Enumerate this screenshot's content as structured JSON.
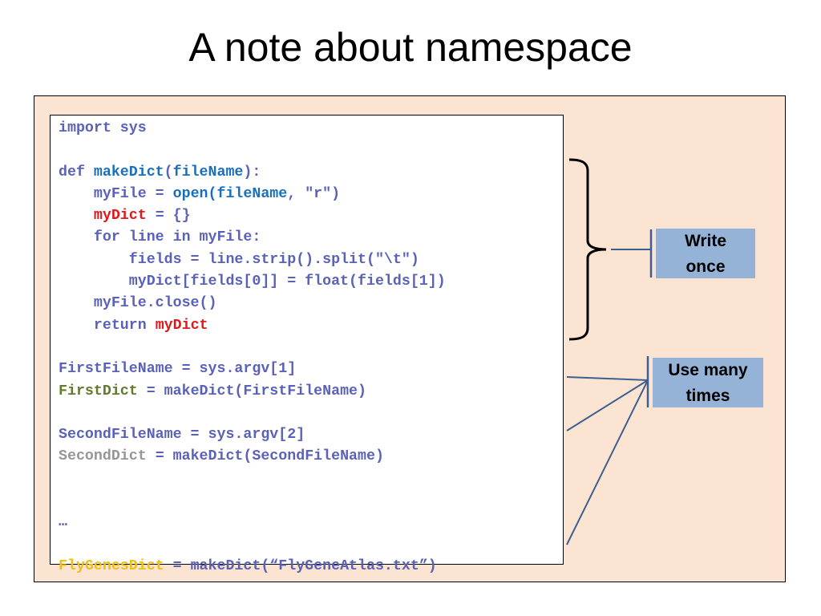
{
  "slide": {
    "title": "A note about namespace",
    "labels": {
      "write_once_line1": "Write",
      "write_once_line2": "once",
      "use_many_line1": "Use many",
      "use_many_line2": "times"
    }
  },
  "code": {
    "import_line": "import sys",
    "def_kw": "def ",
    "def_name": "makeDict",
    "def_param_open": "(",
    "def_param": "fileName",
    "def_param_close": "):",
    "open_lhs": "    myFile = ",
    "open_call": "open(fileName",
    "open_rest": ", \"r\")",
    "mydict_var": "    myDict",
    "mydict_rest": " = {}",
    "for_line": "    for line in myFile:",
    "fields_line": "        fields = line.strip().split(\"\\t\")",
    "assign_line": "        myDict[fields[0]] = float(fields[1])",
    "close_line": "    myFile.close()",
    "return_kw": "    return ",
    "return_var": "myDict",
    "first_name_line": "FirstFileName = sys.argv[1]",
    "first_dict_var": "FirstDict",
    "first_dict_rest": " = makeDict(FirstFileName)",
    "second_name_line": "SecondFileName = sys.argv[2]",
    "second_dict_var": "SecondDict",
    "second_dict_rest": " = makeDict(SecondFileName)",
    "ellipsis": "…",
    "fly_var": "FlyGenesDict",
    "fly_rest": " = makeDict(“FlyGeneAtlas.txt”)"
  },
  "colors": {
    "panel_bg": "#fce4d2",
    "code_default": "#5a62b8",
    "function": "#1a6fbc",
    "highlight_red": "#e0191b",
    "highlight_green": "#627a2c",
    "highlight_gray": "#969696",
    "highlight_yellow": "#efbf13",
    "label_bg": "#95b3d7",
    "arrow": "#3d5f8f"
  }
}
